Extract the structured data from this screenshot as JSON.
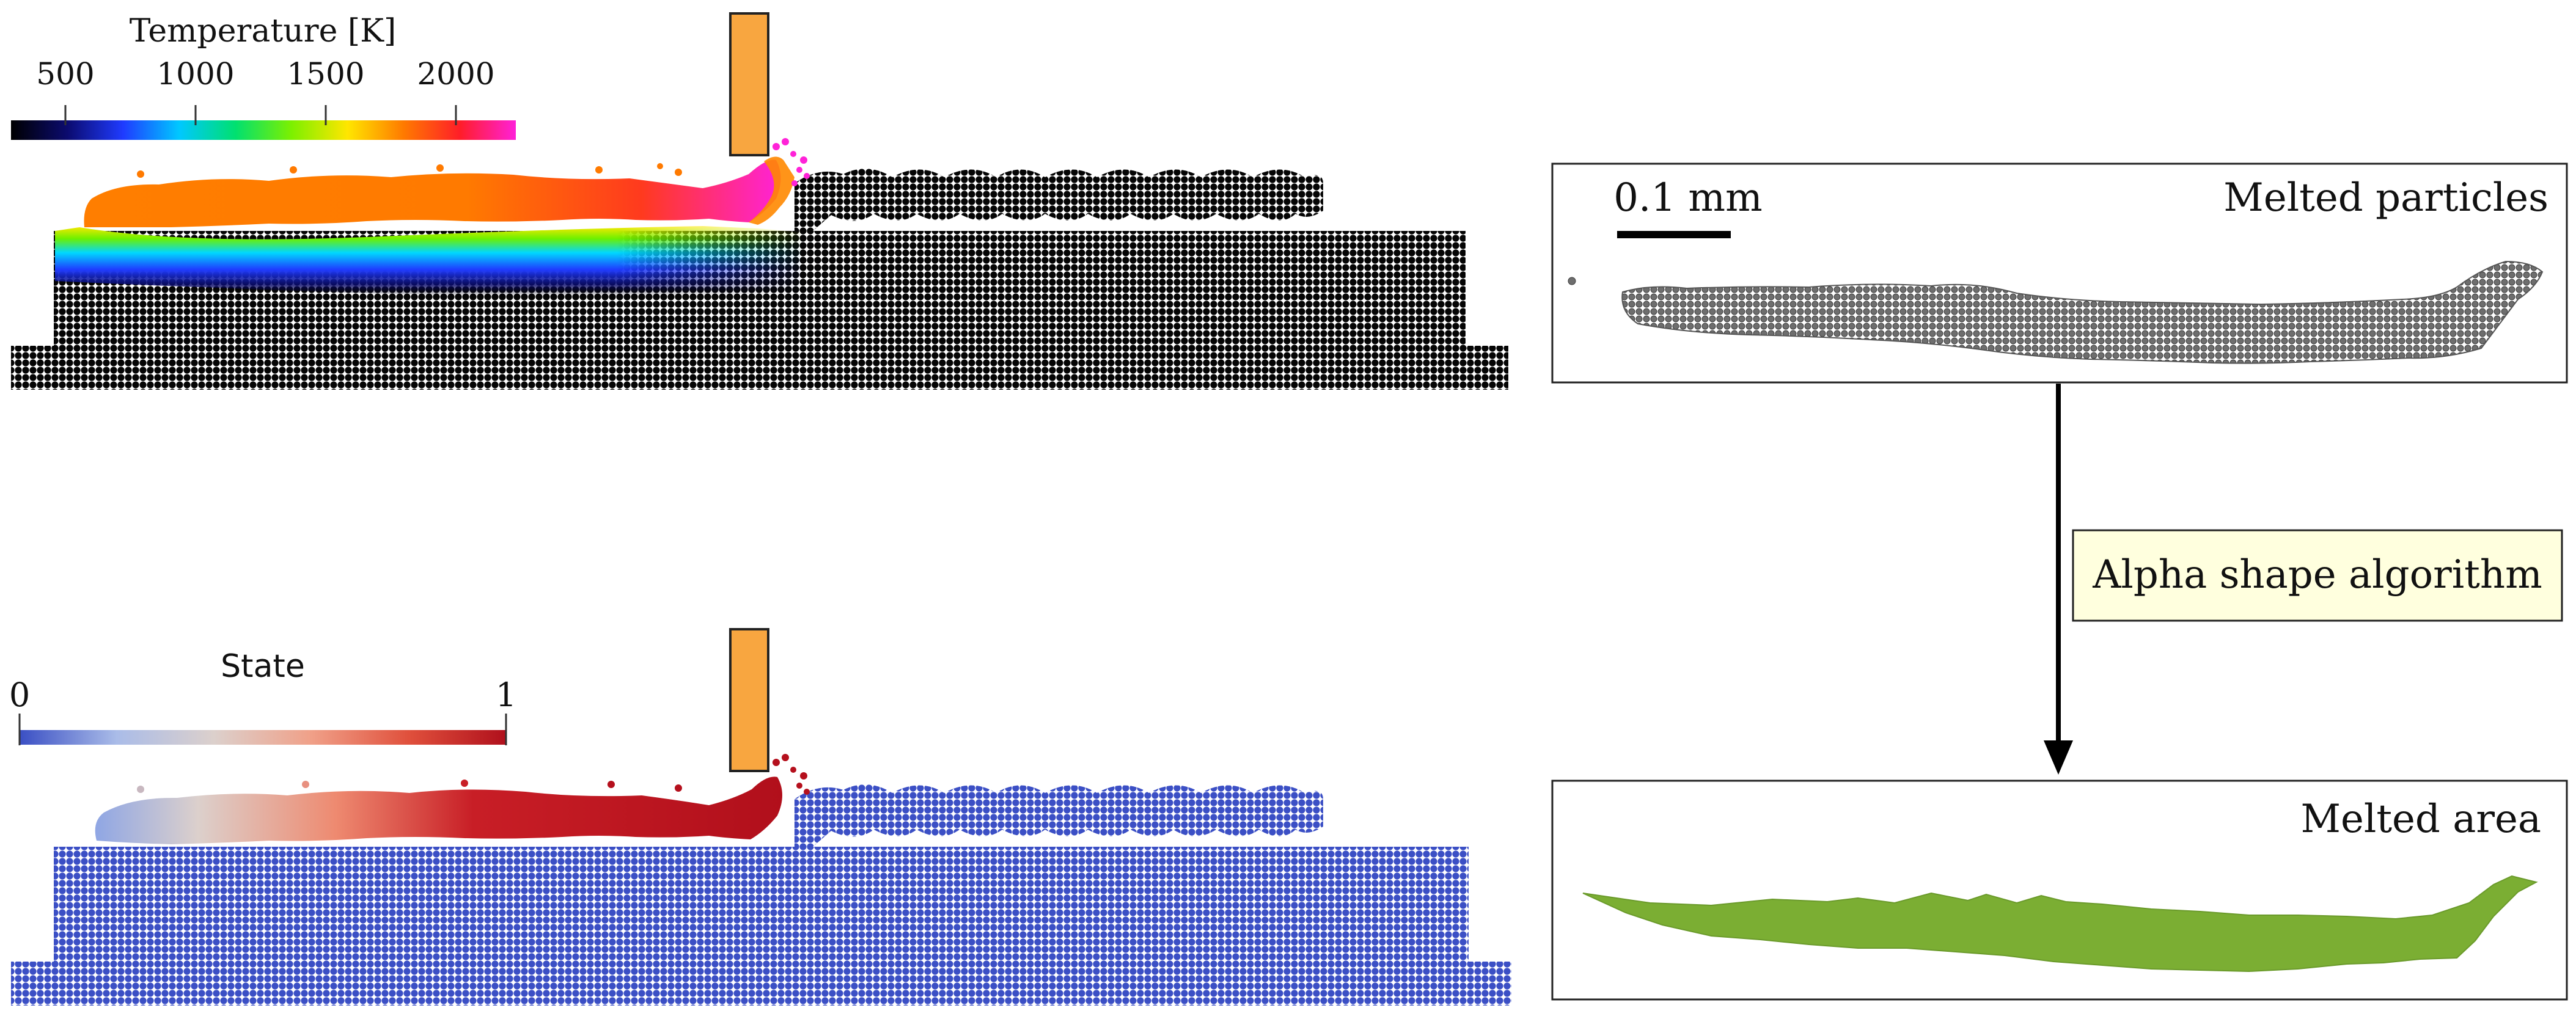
{
  "temperature_legend": {
    "title": "Temperature [K]",
    "ticks": [
      "500",
      "1000",
      "1500",
      "2000"
    ],
    "gradient": [
      "#000000",
      "#0b0b6e",
      "#1f3bff",
      "#00c8ff",
      "#00e070",
      "#7cf000",
      "#ffe600",
      "#ff7a00",
      "#ff1e28",
      "#ff20d8"
    ]
  },
  "state_legend": {
    "title": "State",
    "min_label": "0",
    "max_label": "1",
    "gradient": [
      "#3a4fc4",
      "#aabce8",
      "#dcd0cc",
      "#f0a088",
      "#e0503c",
      "#b0101c"
    ]
  },
  "colors": {
    "heat_source": "#f8a640",
    "solid_particle": "#050505",
    "state_solid": "#3b4fc5",
    "state_melted": "#b5101d",
    "melted_particle": "#6e6e6e",
    "melted_area": "#7bae33",
    "label_box": "#ffffde"
  },
  "right_panels": {
    "melted_particles": {
      "label": "Melted particles",
      "scale_bar": "0.1 mm"
    },
    "algorithm_box": {
      "label": "Alpha shape algorithm"
    },
    "melted_area": {
      "label": "Melted area"
    }
  }
}
